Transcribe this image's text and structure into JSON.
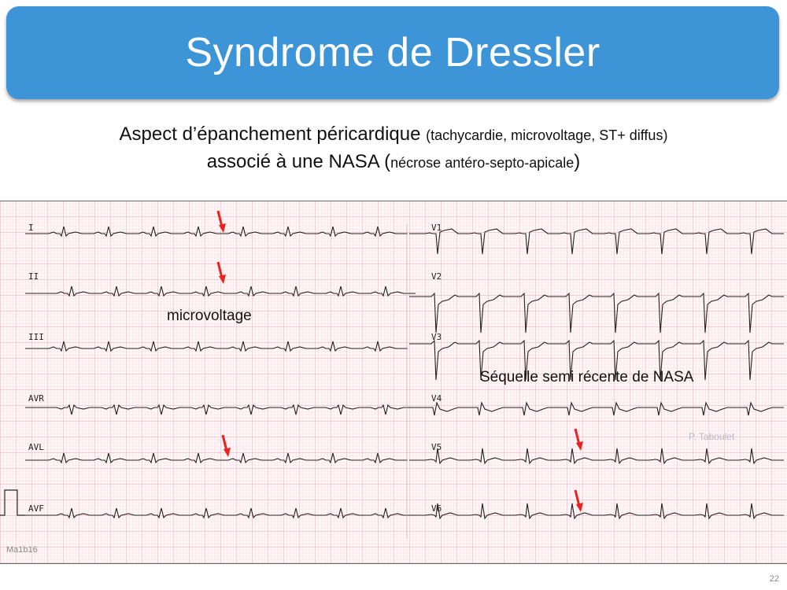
{
  "slide": {
    "title": "Syndrome de Dressler",
    "line1_main": "Aspect d’épanchement péricardique",
    "line1_small": "(tachycardie, microvoltage, ST+ diffus)",
    "line2_main": "associé à une NASA (",
    "line2_small": "nécrose antéro-septo-apicale",
    "line2_close": ")",
    "page_number": "22"
  },
  "ecg": {
    "leads_left": [
      "I",
      "II",
      "III",
      "AVR",
      "AVL",
      "AVF"
    ],
    "leads_right": [
      "V1",
      "V2",
      "V3",
      "V4",
      "V5",
      "V6"
    ],
    "annotation_left": "microvoltage",
    "annotation_right": "Séquelle semi récente de NASA",
    "credit": "P. Taboulet",
    "record_id": "Ma1b16",
    "arrow_color": "#e8221f",
    "grid_color": "#e8bcc4",
    "trace_color": "#222222"
  }
}
